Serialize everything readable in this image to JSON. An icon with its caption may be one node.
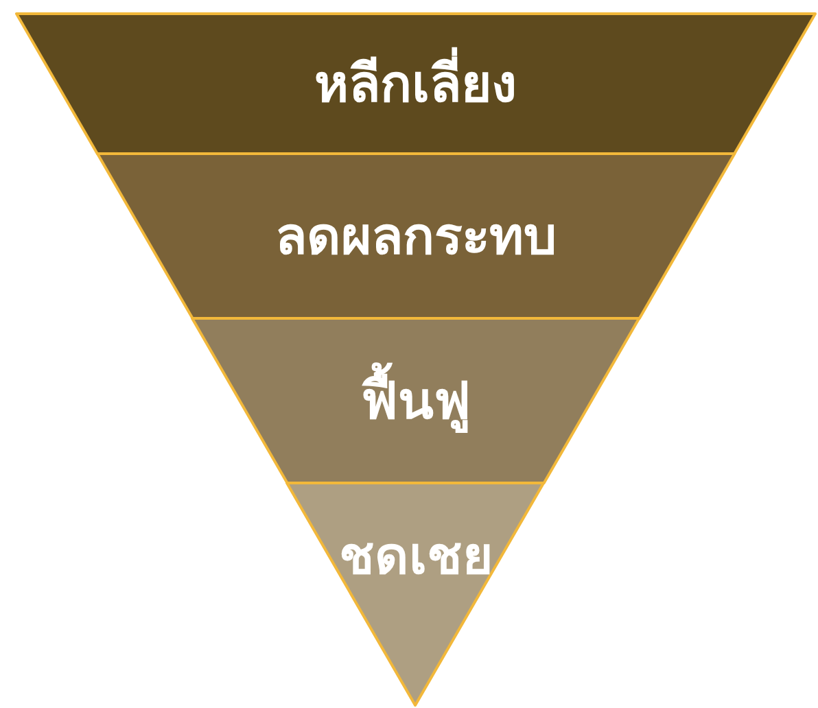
{
  "diagram": {
    "nodes": [
      {
        "text": [
          "หลีกเลี่ยง"
        ]
      },
      {
        "text": [
          "ลดผลกระทบ"
        ]
      },
      {
        "text": [
          "ฟื้นฟู"
        ]
      },
      {
        "text": [
          "ชดเชย"
        ]
      }
    ]
  }
}
